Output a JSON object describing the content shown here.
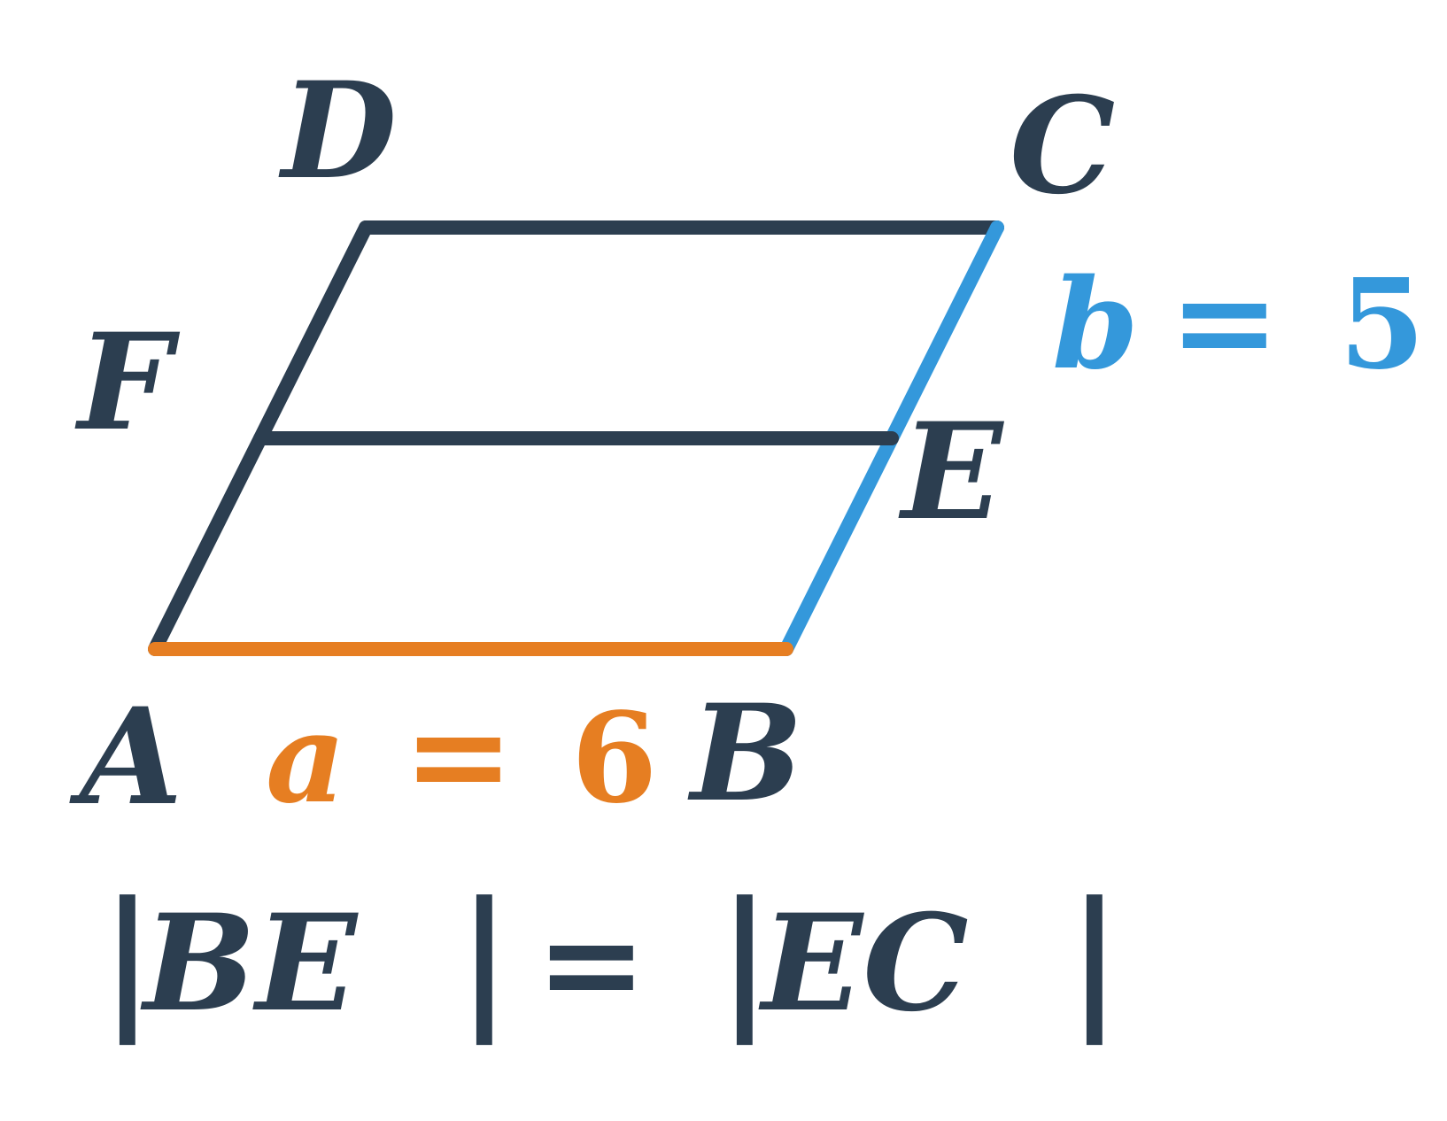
{
  "colors": {
    "dark": "#2c3e50",
    "blue": "#3498db",
    "orange": "#e67e22"
  },
  "points": {
    "A": "A",
    "B": "B",
    "C": "C",
    "D": "D",
    "E": "E",
    "F": "F"
  },
  "side_a": {
    "variable": "a",
    "equals": "=",
    "value": "6"
  },
  "side_b": {
    "variable": "b",
    "equals": "=",
    "value": "5"
  },
  "condition": {
    "bar_open_1": "|",
    "left": "BE",
    "bar_close_1": "|",
    "equals": "=",
    "bar_open_2": "|",
    "right": "EC",
    "bar_close_2": "|"
  }
}
